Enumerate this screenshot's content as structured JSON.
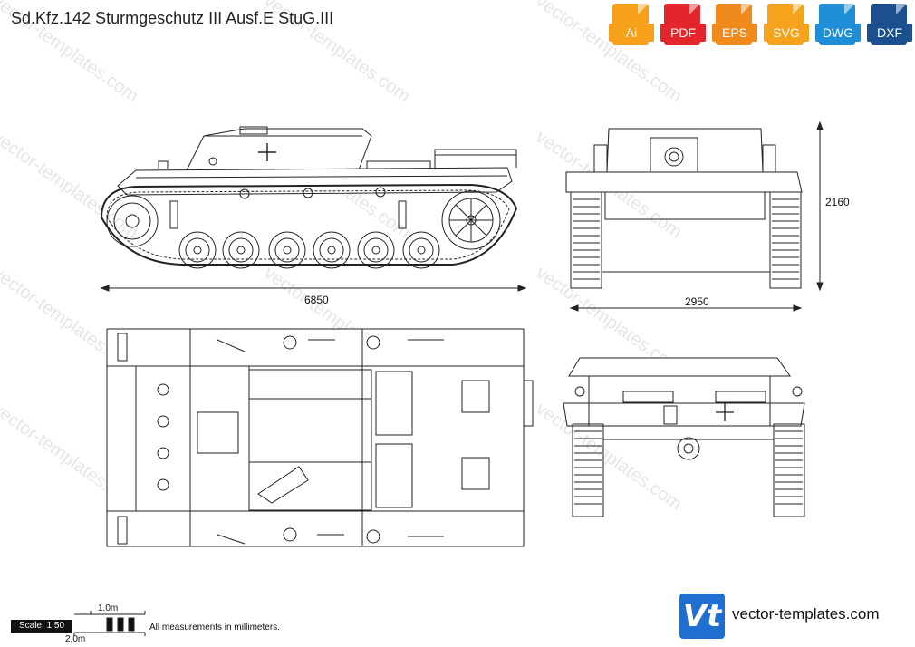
{
  "title": "Sd.Kfz.142 Sturmgeschutz III Ausf.E StuG.III",
  "formats": [
    {
      "label": "Ai",
      "color": "#f7a01c",
      "icon": "ai-file-icon"
    },
    {
      "label": "PDF",
      "color": "#e3262b",
      "icon": "pdf-file-icon"
    },
    {
      "label": "EPS",
      "color": "#f08a1c",
      "icon": "eps-file-icon"
    },
    {
      "label": "SVG",
      "color": "#f5a21d",
      "icon": "svg-file-icon"
    },
    {
      "label": "DWG",
      "color": "#1e8ed6",
      "icon": "dwg-file-icon"
    },
    {
      "label": "DXF",
      "color": "#1c4f8e",
      "icon": "dxf-file-icon"
    }
  ],
  "dimensions": {
    "length": "6850",
    "height": "2160",
    "width": "2950"
  },
  "scale": {
    "label": "Scale: 1:50",
    "one_meter": "1.0m",
    "two_meter": "2.0m"
  },
  "note": "All measurements in millimeters.",
  "brand": {
    "logo_text": "Vt",
    "site": "vector-templates.com",
    "color": "#1f6fd0"
  },
  "watermark": "vector-templates.com"
}
